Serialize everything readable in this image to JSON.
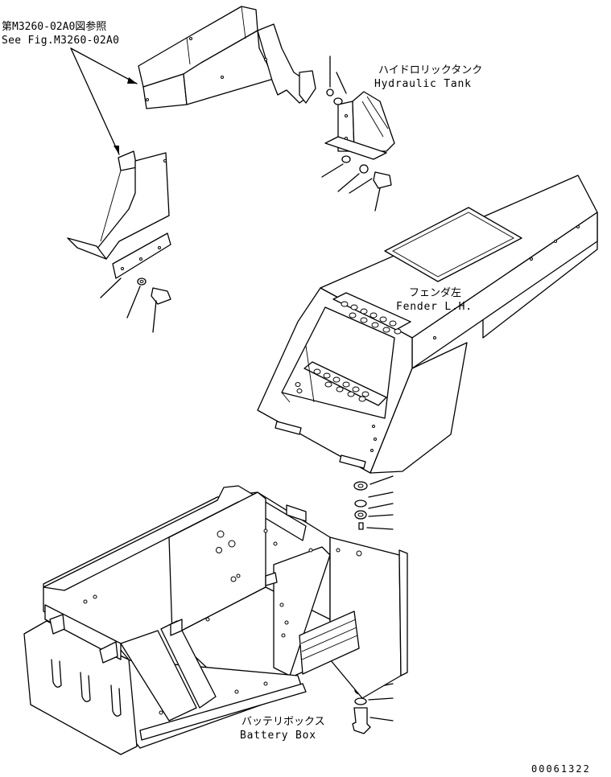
{
  "labels": {
    "ref_jp": "第M3260-02A0図参照",
    "ref_en": "See Fig.M3260-02A0",
    "hydraulic_tank_jp": "ハイドロリックタンク",
    "hydraulic_tank_en": "Hydraulic Tank",
    "fender_jp": "フェンダ左",
    "fender_en": "Fender L.H.",
    "battery_box_jp": "バッテリボックス",
    "battery_box_en": "Battery Box",
    "drawing_number": "00061322"
  }
}
